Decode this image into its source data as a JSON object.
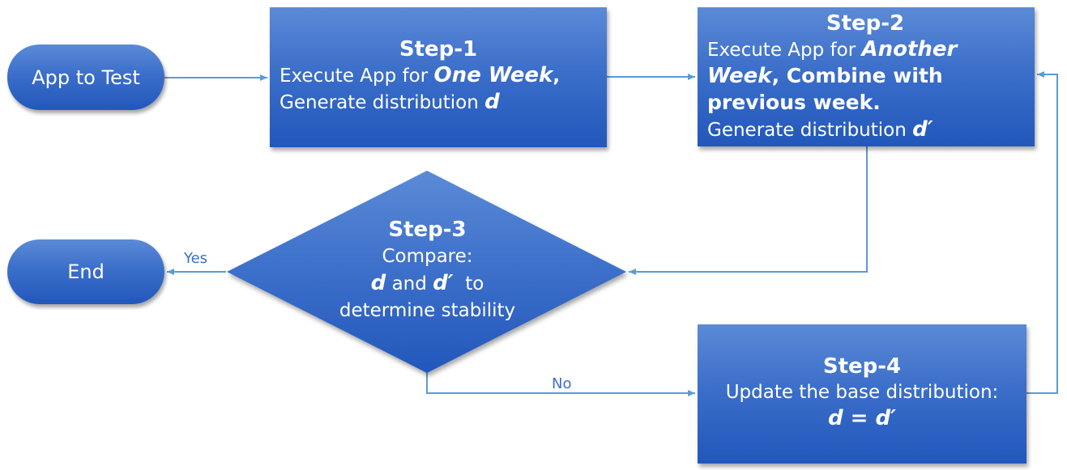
{
  "nodes": {
    "app_to_test": "App to Test",
    "end": "End",
    "step1": {
      "title": "Step-1",
      "line1_pre": "Execute App for ",
      "line1_em": "One Week",
      "line1_post": ",",
      "line2_pre": "Generate distribution ",
      "line2_em": "d"
    },
    "step2": {
      "title": "Step-2",
      "line1_pre": "Execute App for ",
      "line1_em": "Another Week",
      "line1_bold": ", Combine with previous week.",
      "line2_pre": "Generate distribution ",
      "line2_em": "d′"
    },
    "step3": {
      "title": "Step-3",
      "line1": "Compare:",
      "d": "d",
      "and": " and ",
      "dprime": "d′",
      "to": "  to",
      "line3": "determine stability"
    },
    "step4": {
      "title": "Step-4",
      "line1": "Update the base distribution:",
      "line2": "d = d′"
    }
  },
  "edges": {
    "yes": "Yes",
    "no": "No"
  },
  "colors": {
    "node_fill": "#3c6fca",
    "edge": "#5b9bd5",
    "label": "#3c6fca"
  }
}
